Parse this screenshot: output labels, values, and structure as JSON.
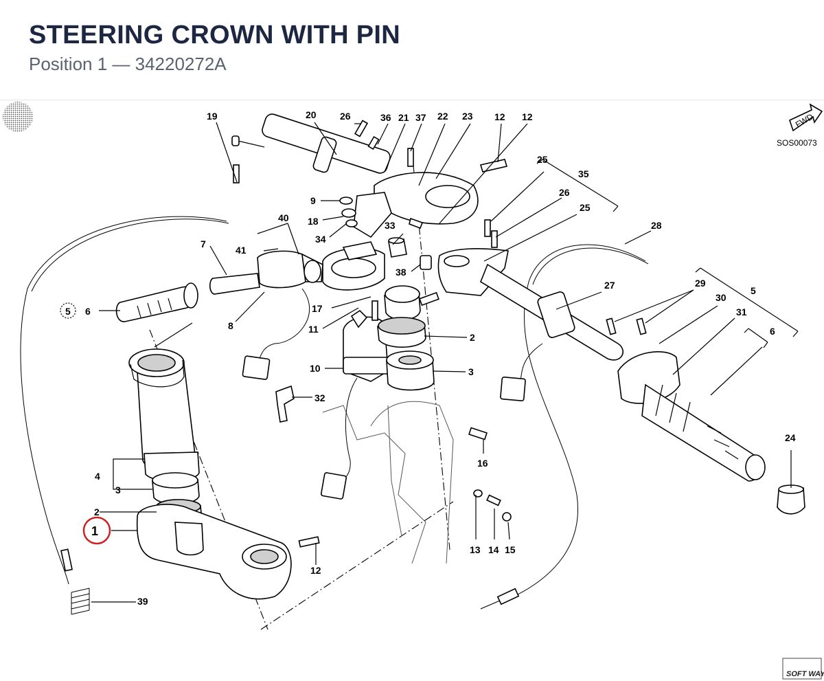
{
  "header": {
    "title": "STEERING CROWN WITH PIN",
    "subtitle": "Position 1 — 34220272A"
  },
  "diagram": {
    "code": "SOS00073",
    "fwd_label": "FWD",
    "brand": "SOFT WAY",
    "highlight_color": "#cc2222",
    "callouts": {
      "c1": "1",
      "c2a": "2",
      "c2b": "2",
      "c3a": "3",
      "c3b": "3",
      "c4": "4",
      "c5": "5",
      "c5b": "5",
      "c6": "6",
      "c6b": "6",
      "c7": "7",
      "c8": "8",
      "c9": "9",
      "c10": "10",
      "c11": "11",
      "c12a": "12",
      "c12b": "12",
      "c12c": "12",
      "c13": "13",
      "c14": "14",
      "c15": "15",
      "c16": "16",
      "c17": "17",
      "c18": "18",
      "c19": "19",
      "c20": "20",
      "c21": "21",
      "c22": "22",
      "c23": "23",
      "c24": "24",
      "c25a": "25",
      "c25b": "25",
      "c26a": "26",
      "c26b": "26",
      "c27": "27",
      "c28": "28",
      "c29": "29",
      "c30": "30",
      "c31": "31",
      "c32": "32",
      "c33": "33",
      "c34": "34",
      "c35": "35",
      "c36": "36",
      "c37": "37",
      "c38": "38",
      "c39": "39",
      "c40": "40",
      "c41": "41"
    }
  }
}
